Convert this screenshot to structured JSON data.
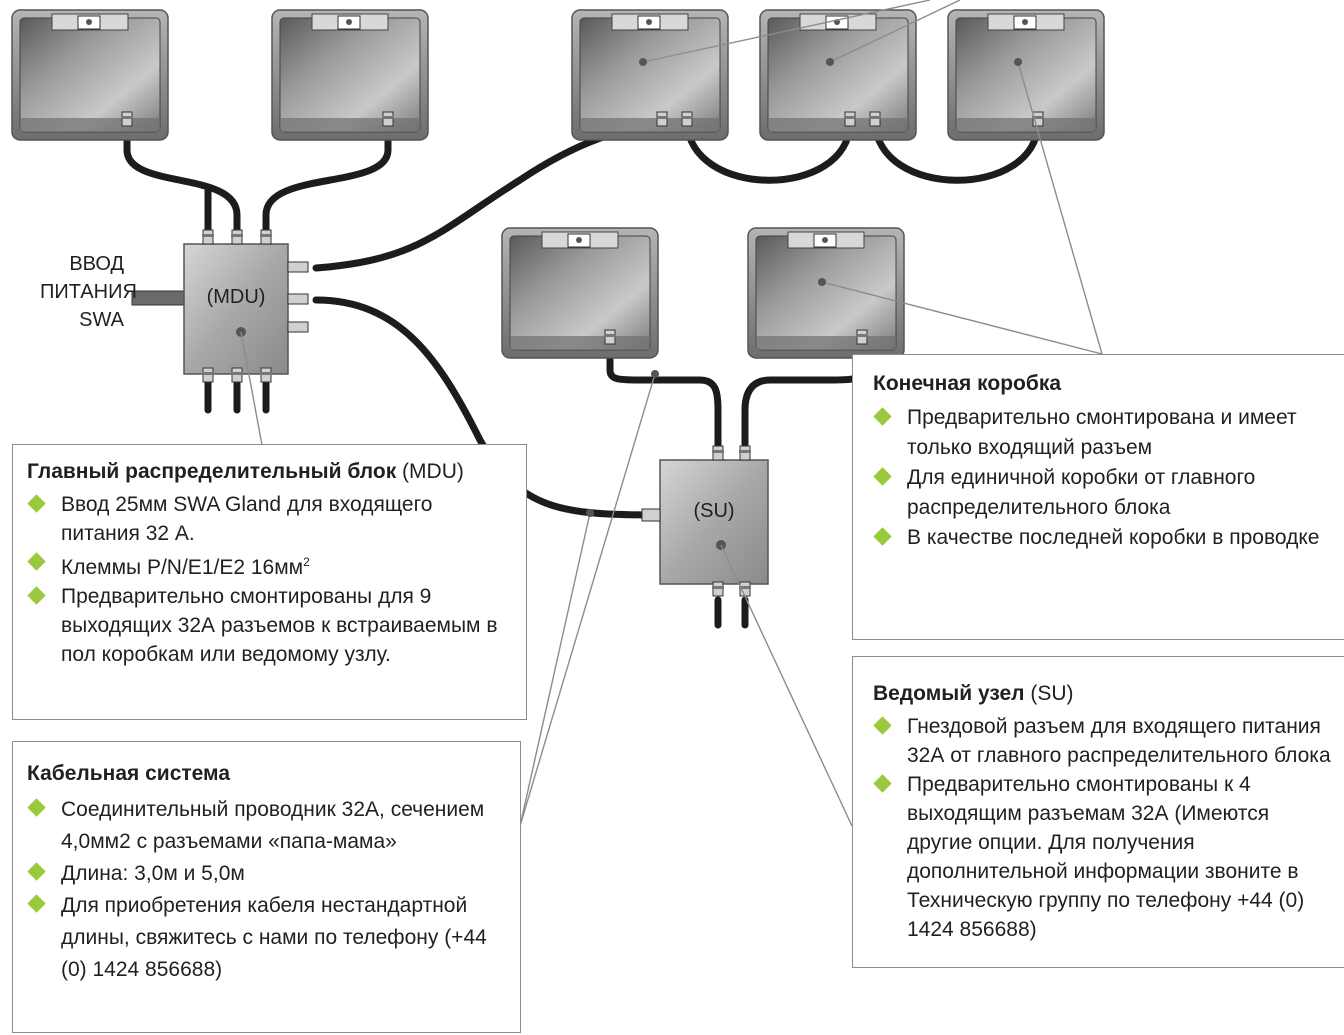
{
  "feed_label": [
    "ВВОД",
    "ПИТАНИЯ",
    "SWA"
  ],
  "units": {
    "mdu": "(MDU)",
    "su": "(SU)"
  },
  "callouts": {
    "mdu": {
      "title_bold": "Главный распределительный блок",
      "title_normal": " (MDU)",
      "items": [
        "Ввод 25мм SWA Gland для входящего питания 32 А.",
        "Клеммы P/N/E1/E2 16мм",
        "Предварительно смонтированы для 9 выходящих 32А разъемов к встраиваемым в пол коробкам или ведомому узлу."
      ],
      "superscript": "2"
    },
    "cable": {
      "title_bold": "Кабельная система",
      "items": [
        "Соединительный проводник 32А, сечением 4,0мм2 с разъемами «папа-мама»",
        "Длина: 3,0м и 5,0м",
        "Для приобретения кабеля нестандартной длины, свяжитесь с нами по телефону (+44 (0) 1424 856688)"
      ]
    },
    "end_box": {
      "title_bold": "Конечная коробка",
      "items": [
        "Предварительно смонтирована и имеет только входящий разъем",
        "Для единичной коробки от главного распределительного блока",
        "В качестве последней коробки в проводке"
      ]
    },
    "su": {
      "title_bold": "Ведомый узел",
      "title_normal": " (SU)",
      "items": [
        "Гнездовой разъем для входящего питания 32А от главного распределительного блока",
        "Предварительно смонтированы к 4 выходящим разъемам 32А (Имеются другие опции. Для получения дополнительной информации звоните в Техническую группу по телефону +44 (0) 1424 856688)"
      ]
    }
  },
  "colors": {
    "bullet": "#9ac93d",
    "cable": "#1c1c1c",
    "leader": "#8c8c8c",
    "box_frame": "#6b6b6b"
  }
}
